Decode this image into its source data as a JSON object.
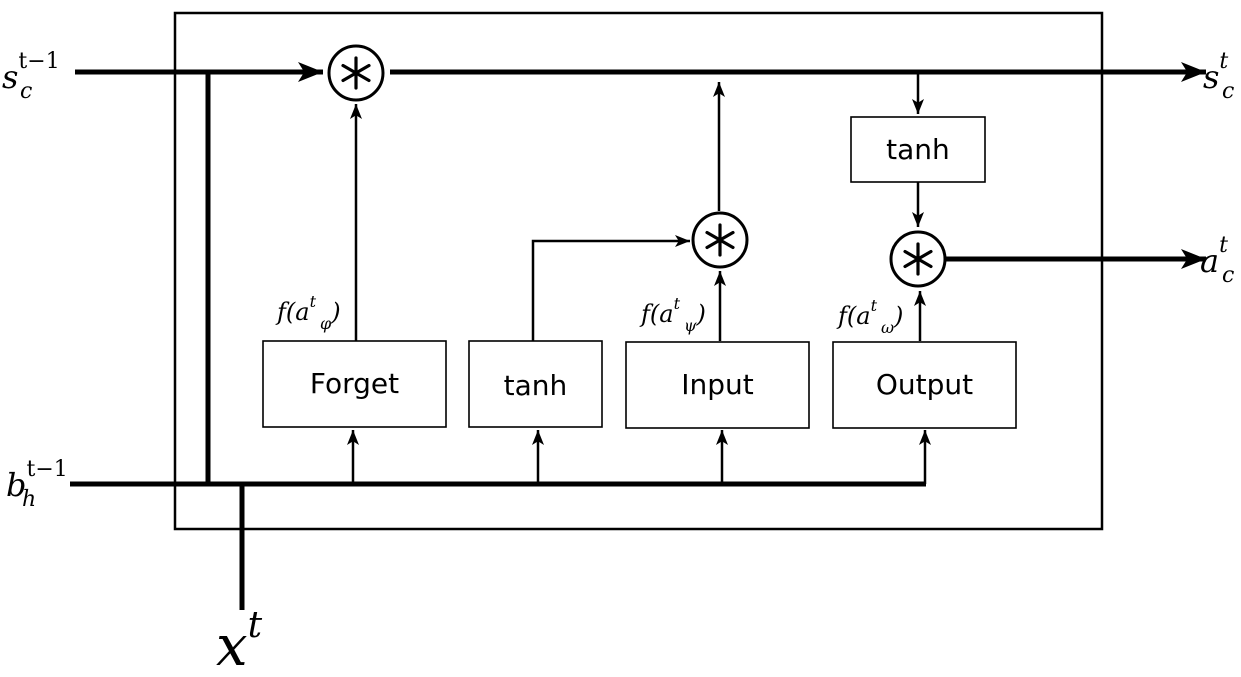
{
  "inputs": {
    "cell_prev": {
      "base": "s",
      "sub": "c",
      "sup": "t−1"
    },
    "hidden_prev": {
      "base": "b",
      "sub": "h",
      "sup": "t−1"
    },
    "x_t": {
      "base": "x",
      "sup": "t"
    }
  },
  "outputs": {
    "cell_state": {
      "base": "s",
      "sub": "c",
      "sup": "t"
    },
    "activation": {
      "base": "a",
      "sub": "c",
      "sup": "t"
    }
  },
  "gates": {
    "forget": {
      "label": "Forget",
      "func": "f(a",
      "sup": "t",
      "sub": "φ",
      "close": ")"
    },
    "candidate": {
      "label": "tanh"
    },
    "input": {
      "label": "Input",
      "func": "f(a",
      "sup": "t",
      "sub": "ψ",
      "close": ")"
    },
    "output": {
      "label": "Output",
      "func": "f(a",
      "sup": "t",
      "sub": "ω",
      "close": ")"
    },
    "cell_tanh": {
      "label": "tanh"
    }
  },
  "icons": {
    "multiply": "circled-asterisk"
  },
  "colors": {
    "stroke": "#000000",
    "background": "#ffffff"
  }
}
